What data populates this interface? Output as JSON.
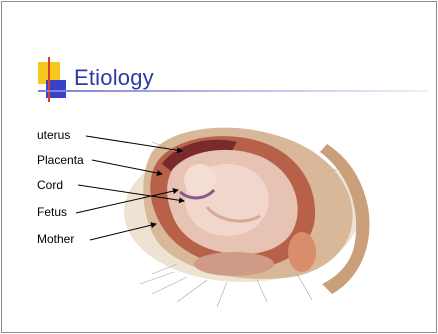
{
  "slide": {
    "title": "Etiology",
    "labels": {
      "uterus": "uterus",
      "placenta": "Placenta",
      "cord": "Cord",
      "fetus": "Fetus",
      "mother": "Mother"
    },
    "illustration": "anatomical cross-section of pregnant uterus with fetus",
    "colors": {
      "title": "#2f3aa8",
      "accent_yellow": "#f6c81f",
      "accent_red": "#d6402a",
      "accent_blue": "#3b40c8"
    }
  }
}
